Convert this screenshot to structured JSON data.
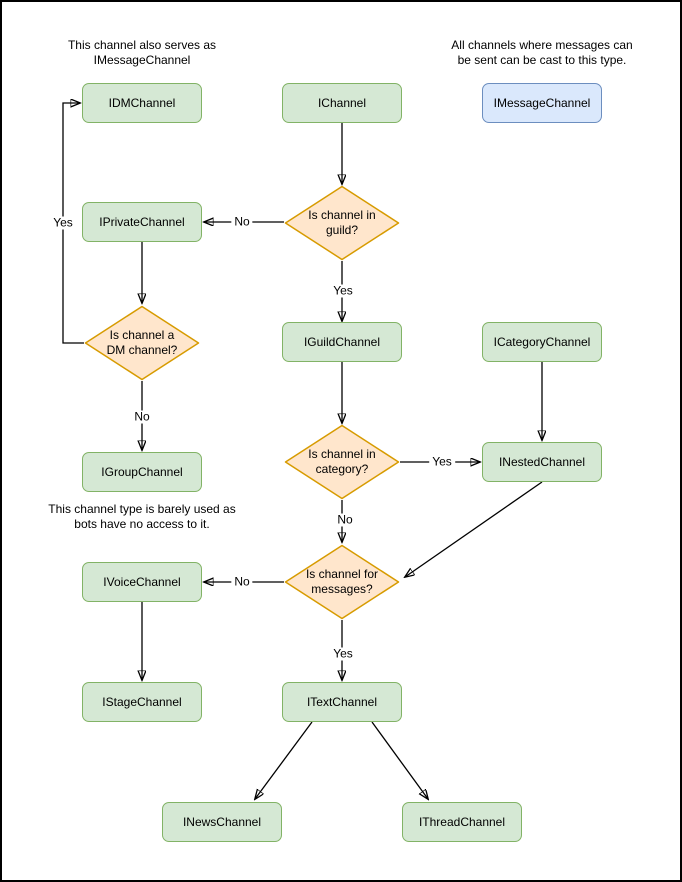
{
  "diagram": {
    "type": "flowchart",
    "subject": "Discord channel interface hierarchy"
  },
  "colors": {
    "node_fill_green": "#d5e8d4",
    "node_stroke_green": "#82b366",
    "node_fill_blue": "#dae8fc",
    "node_stroke_blue": "#6c8ebf",
    "decision_fill_orange": "#ffe6cc",
    "decision_stroke_orange": "#d79b00",
    "edge_color": "#000000",
    "background": "#ffffff"
  },
  "nodes": {
    "idm": {
      "label": "IDMChannel"
    },
    "channel": {
      "label": "IChannel"
    },
    "message": {
      "label": "IMessageChannel"
    },
    "private": {
      "label": "IPrivateChannel"
    },
    "guild": {
      "label": "IGuildChannel"
    },
    "category": {
      "label": "ICategoryChannel"
    },
    "group": {
      "label": "IGroupChannel"
    },
    "nested": {
      "label": "INestedChannel"
    },
    "voice": {
      "label": "IVoiceChannel"
    },
    "stage": {
      "label": "IStageChannel"
    },
    "text": {
      "label": "ITextChannel"
    },
    "news": {
      "label": "INewsChannel"
    },
    "thread": {
      "label": "IThreadChannel"
    }
  },
  "decisions": {
    "in_guild": {
      "question": "Is channel in\nguild?"
    },
    "is_dm": {
      "question": "Is channel a\nDM channel?"
    },
    "in_category": {
      "question": "Is channel in\ncategory?"
    },
    "for_messages": {
      "question": "Is channel for\nmessages?"
    }
  },
  "notes": {
    "dm_note": "This channel also serves as\nIMessageChannel",
    "message_note": "All channels where messages can\nbe sent can be cast to this type.",
    "group_note": "This channel type is barely used as\nbots have no access to it."
  },
  "edge_labels": {
    "yes": "Yes",
    "no": "No"
  },
  "edges": [
    {
      "from": "IChannel",
      "to": "Is channel in guild?",
      "label": ""
    },
    {
      "from": "Is channel in guild?",
      "to": "IPrivateChannel",
      "label": "No"
    },
    {
      "from": "Is channel in guild?",
      "to": "IGuildChannel",
      "label": "Yes"
    },
    {
      "from": "IPrivateChannel",
      "to": "Is channel a DM channel?",
      "label": ""
    },
    {
      "from": "Is channel a DM channel?",
      "to": "IDMChannel",
      "label": "Yes"
    },
    {
      "from": "Is channel a DM channel?",
      "to": "IGroupChannel",
      "label": "No"
    },
    {
      "from": "IGuildChannel",
      "to": "Is channel in category?",
      "label": ""
    },
    {
      "from": "Is channel in category?",
      "to": "INestedChannel",
      "label": "Yes"
    },
    {
      "from": "ICategoryChannel",
      "to": "INestedChannel",
      "label": ""
    },
    {
      "from": "Is channel in category?",
      "to": "Is channel for messages?",
      "label": "No"
    },
    {
      "from": "INestedChannel",
      "to": "Is channel for messages?",
      "label": ""
    },
    {
      "from": "Is channel for messages?",
      "to": "IVoiceChannel",
      "label": "No"
    },
    {
      "from": "Is channel for messages?",
      "to": "ITextChannel",
      "label": "Yes"
    },
    {
      "from": "IVoiceChannel",
      "to": "IStageChannel",
      "label": ""
    },
    {
      "from": "ITextChannel",
      "to": "INewsChannel",
      "label": ""
    },
    {
      "from": "ITextChannel",
      "to": "IThreadChannel",
      "label": ""
    }
  ]
}
